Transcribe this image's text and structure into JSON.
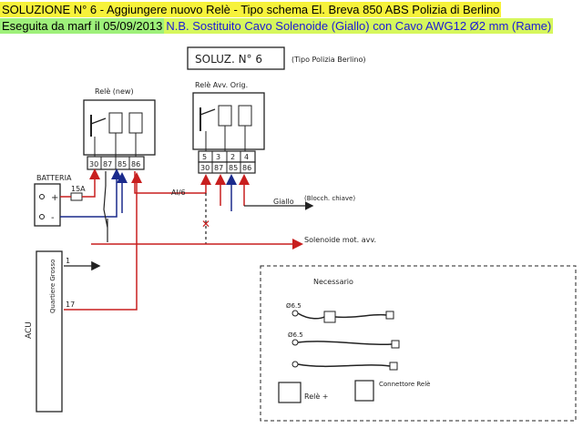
{
  "header": {
    "line1": "SOLUZIONE N° 6  - Aggiungere nuovo Relè - Tipo schema El. Breva 850 ABS Polizia di Berlino",
    "line2_left": "Eseguita da marf il 05/09/2013",
    "line2_right": "N.B. Sostituito Cavo Solenoide (Giallo) con Cavo AWG12 Ø2 mm (Rame)"
  },
  "diagram": {
    "title_box": "SOLUZ. N° 6",
    "title_note": "(Tipo Polizia Berlino)",
    "relay_new_label": "Relè (new)",
    "relay_orig_label": "Relè Avv. Orig.",
    "relay_new_terminals": [
      "30",
      "87",
      "85",
      "86"
    ],
    "relay_orig_top_numbers": [
      "5",
      "3",
      "2",
      "4"
    ],
    "relay_orig_terminals": [
      "30",
      "87",
      "85",
      "86"
    ],
    "battery_label": "BATTERIA",
    "battery_plus": "+",
    "battery_minus": "-",
    "fuse_label": "15A",
    "wire_label_ai6": "AI/6",
    "wire_giallo": "Giallo",
    "wire_giallo_note": "(Blocch. chiave)",
    "wire_solenoide": "Solenoide mot. avv.",
    "acu_label": "ACU",
    "acu_sublabel": "Quartiere Grosso",
    "acu_pin_top": "1",
    "acu_pin_bottom": "17",
    "necessario_title": "Necessario",
    "gauge_label_1": "Ø6.5",
    "gauge_label_2": "Ø6.5",
    "rele_plus": "Relè +",
    "connettore_label": "Connettore Relè"
  },
  "colors": {
    "yellow_highlight": "#f7f23a",
    "green_highlight": "#9ef07a",
    "wire_red": "#c81e1e",
    "wire_blue": "#1a2a8c",
    "ink": "#222222"
  }
}
